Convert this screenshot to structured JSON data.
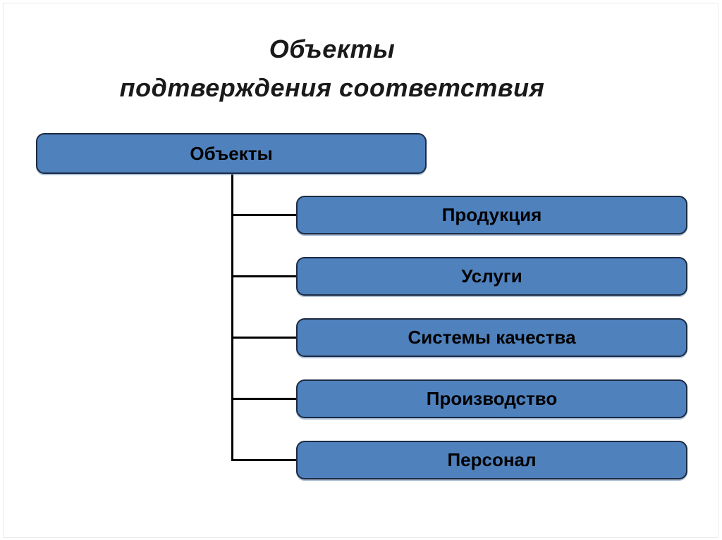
{
  "title": {
    "line1": "Объекты",
    "line2": "подтверждения соответствия"
  },
  "diagram": {
    "root": {
      "label": "Объекты"
    },
    "children": [
      {
        "label": "Продукция"
      },
      {
        "label": "Услуги"
      },
      {
        "label": "Системы качества"
      },
      {
        "label": "Производство"
      },
      {
        "label": "Персонал"
      }
    ]
  },
  "colors": {
    "node_fill": "#4F81BD",
    "node_border": "#1b2a41",
    "connector": "#000000",
    "title_text": "#1a1a1a",
    "node_text": "#000000",
    "background": "#ffffff"
  }
}
